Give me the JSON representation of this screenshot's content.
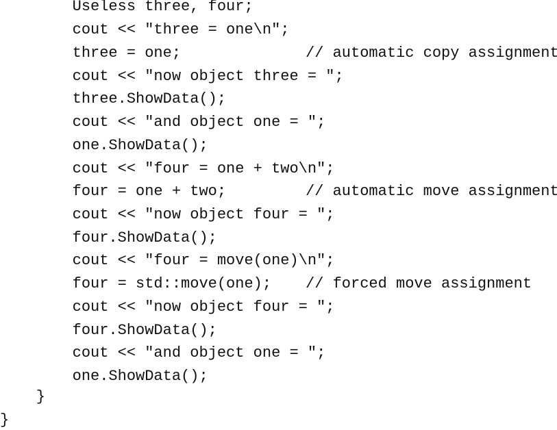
{
  "code": {
    "lines": [
      {
        "text": "        Useless three, four;",
        "comment": ""
      },
      {
        "text": "        cout << \"three = one\\n\";",
        "comment": ""
      },
      {
        "text": "        three = one;",
        "comment": "// automatic copy assignment"
      },
      {
        "text": "        cout << \"now object three = \";",
        "comment": ""
      },
      {
        "text": "        three.ShowData();",
        "comment": ""
      },
      {
        "text": "        cout << \"and object one = \";",
        "comment": ""
      },
      {
        "text": "        one.ShowData();",
        "comment": ""
      },
      {
        "text": "        cout << \"four = one + two\\n\";",
        "comment": ""
      },
      {
        "text": "        four = one + two;",
        "comment": "// automatic move assignment"
      },
      {
        "text": "        cout << \"now object four = \";",
        "comment": ""
      },
      {
        "text": "        four.ShowData();",
        "comment": ""
      },
      {
        "text": "        cout << \"four = move(one)\\n\";",
        "comment": ""
      },
      {
        "text": "        four = std::move(one);",
        "comment": "// forced move assignment"
      },
      {
        "text": "        cout << \"now object four = \";",
        "comment": ""
      },
      {
        "text": "        four.ShowData();",
        "comment": ""
      },
      {
        "text": "        cout << \"and object one = \";",
        "comment": ""
      },
      {
        "text": "        one.ShowData();",
        "comment": ""
      },
      {
        "text": "    }",
        "comment": ""
      },
      {
        "text": "}",
        "comment": ""
      }
    ]
  }
}
